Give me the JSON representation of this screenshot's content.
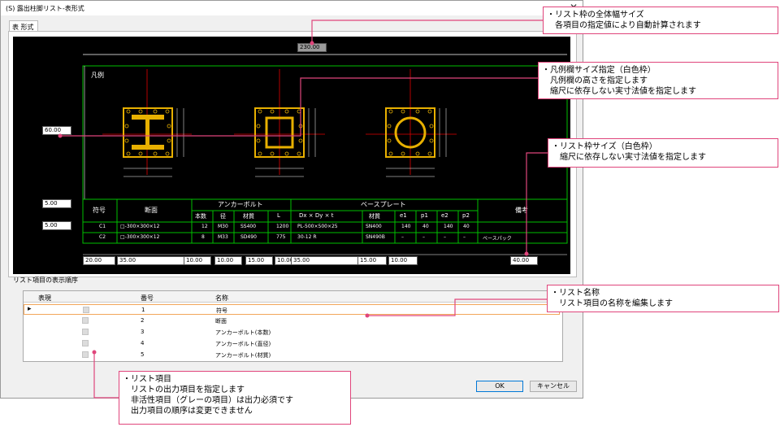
{
  "window": {
    "title": "(S) 露出柱脚リスト-表形式",
    "close_glyph": "✕"
  },
  "tab": {
    "label": "表 形式"
  },
  "cad": {
    "overall_width": "230.00",
    "legend_height": "60.00",
    "row_height_1": "5.00",
    "row_height_2": "5.00",
    "col_widths": [
      "20.00",
      "35.00",
      "10.00",
      "10.00",
      "15.00",
      "10.00",
      "35.00",
      "15.00",
      "10.00",
      "40.00"
    ],
    "legend_label": "凡例",
    "header1": {
      "mark": "符号",
      "section": "断面",
      "anchor": "アンカーボルト",
      "baseplate": "ベースプレート",
      "note": "備考"
    },
    "header2": {
      "count": "本数",
      "dia": "径",
      "material": "材質",
      "length": "L",
      "dims": "Dx × Dy × t",
      "bp_material": "材質",
      "e1": "e1",
      "p1": "p1",
      "e2": "e2",
      "p2": "p2"
    },
    "rows": [
      [
        "C1",
        "□-300×300×12",
        "12",
        "M30",
        "SS400",
        "1200",
        "PL-500×500×25",
        "SN400",
        "140",
        "40",
        "140",
        "40",
        ""
      ],
      [
        "C2",
        "□-300×300×12",
        "8",
        "M33",
        "SD490",
        "775",
        "30-12 R",
        "SN490B",
        "–",
        "–",
        "–",
        "–",
        "ベースパック"
      ]
    ]
  },
  "list": {
    "group_label": "リスト項目の表示順序",
    "headers": {
      "visible": "表現",
      "number": "番号",
      "name": "名称"
    },
    "items": [
      {
        "no": "1",
        "name": "符号"
      },
      {
        "no": "2",
        "name": "断面"
      },
      {
        "no": "3",
        "name": "アンカーボルト(本数)"
      },
      {
        "no": "4",
        "name": "アンカーボルト(直径)"
      },
      {
        "no": "5",
        "name": "アンカーボルト(材質)"
      }
    ]
  },
  "buttons": {
    "ok": "OK",
    "cancel": "キャンセル"
  },
  "callouts": [
    {
      "lines": [
        "・リスト枠の全体幅サイズ",
        "　各項目の指定値により自動計算されます"
      ]
    },
    {
      "lines": [
        "・凡例欄サイズ指定（白色枠）",
        "　凡例欄の高さを指定します",
        "　縮尺に依存しない実寸法値を指定します"
      ]
    },
    {
      "lines": [
        "・リスト枠サイズ（白色枠）",
        "　縮尺に依存しない実寸法値を指定します"
      ]
    },
    {
      "lines": [
        "・リスト名称",
        "　リスト項目の名称を編集します"
      ]
    },
    {
      "lines": [
        "・リスト項目",
        "　リストの出力項目を指定します",
        "　非活性項目（グレーの項目）は出力必須です",
        "　出力項目の順序は変更できません"
      ]
    }
  ],
  "colors": {
    "accent": "#e0457b",
    "cad_green": "#00c000",
    "cad_red": "#e00000",
    "cad_yellow": "#e8b000"
  }
}
